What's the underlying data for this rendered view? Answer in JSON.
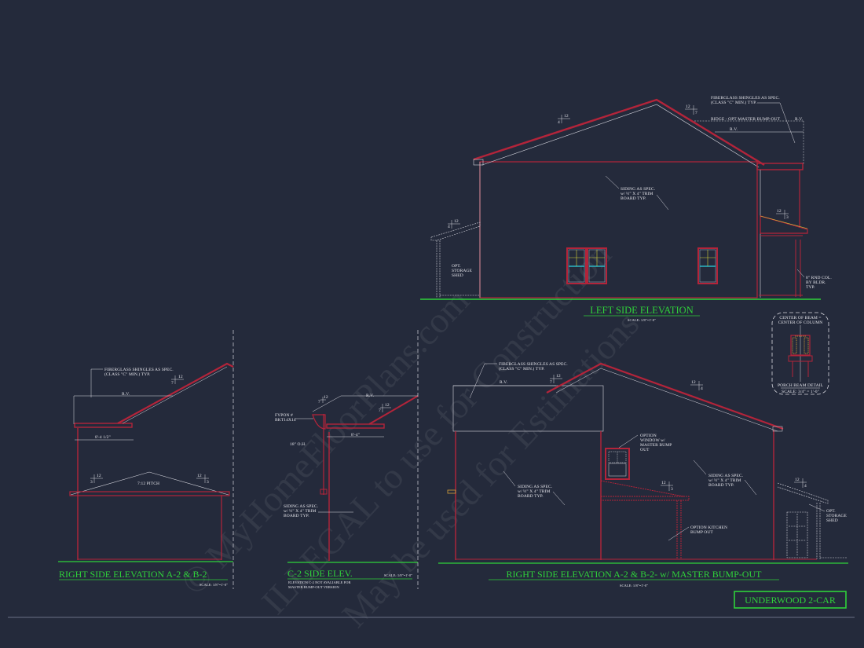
{
  "sheet": {
    "background": "#242a3b",
    "colors": {
      "wall": "#b3243a",
      "line": "#d8d8e0",
      "ground": "#2fd23a",
      "title": "#2fd23a",
      "window_glass": "#2bb6c4",
      "window_mullion": "#d6d43a"
    }
  },
  "watermark": {
    "line1": "© MyHomeFloorPlans.com",
    "line2": "ILLEGAL to use for Construction",
    "line3": "May be used for Estimations"
  },
  "left_side_elevation": {
    "title": "LEFT SIDE ELEVATION",
    "scale": "SCALE: 1/8\"=1'-0\"",
    "notes": {
      "shingles_1": "FIBERGLASS SHINGLES AS SPEC.",
      "shingles_2": "(CLASS \"C\" MIN.) TYP.",
      "ridge": "RIDGE - OPT MASTER BUMP-OUT",
      "rv_1": "R.V.",
      "rv_2": "R.V.",
      "siding_1": "SIDING AS SPEC.",
      "siding_2": "w/ ½\" X 4\" TRIM",
      "siding_3": "BOARD TYP.",
      "shed_1": "OPT.",
      "shed_2": "STORAGE",
      "shed_3": "SHED",
      "col_1": "8\" RND COL.",
      "col_2": "BY BLDR.",
      "col_3": "TYP."
    },
    "pitches": [
      {
        "run": "12",
        "rise": "4"
      },
      {
        "run": "12",
        "rise": "7"
      },
      {
        "run": "12",
        "rise": "4"
      },
      {
        "run": "12",
        "rise": "3"
      }
    ]
  },
  "porch_beam_detail": {
    "note_1": "CENTER OF BEAM =",
    "note_2": "CENTER OF COLUMN",
    "title": "PORCH BEAM DETAIL",
    "scale": "SCALE: 3/4\" = 1'-0\""
  },
  "right_side_elevation": {
    "title": "RIGHT SIDE ELEVATION A-2 & B-2",
    "scale": "SCALE: 1/8\"=1'-0\"",
    "notes": {
      "shingles_1": "FIBERGLASS SHINGLES AS SPEC.",
      "shingles_2": "(CLASS \"C\" MIN.) TYP.",
      "rv": "R.V.",
      "dim": "8'-4 1/2\"",
      "pitch_label": "7:12 PITCH"
    },
    "pitches": [
      {
        "run": "12",
        "rise": "7"
      },
      {
        "run": "12",
        "rise": "3"
      },
      {
        "run": "12",
        "rise": "3"
      }
    ]
  },
  "c2_side_elevation": {
    "title": "C-2 SIDE ELEV.",
    "scale": "SCALE: 1/8\"=1'-0\"",
    "subnote_1": "ELEVATION C-2 NOT AVALIABLE FOR",
    "subnote_2": "MASTER BUMP-OUT VERSION",
    "notes": {
      "rv": "R.V.",
      "fypon_1": "FYPON #",
      "fypon_2": "BKT14X14",
      "oh": "18\" O.H.",
      "dim": "8'-4\"",
      "siding_1": "SIDING AS SPEC.",
      "siding_2": "w/ ½\" X 4\" TRIM",
      "siding_3": "BOARD TYP."
    },
    "pitches": [
      {
        "run": "12",
        "rise": "7"
      },
      {
        "run": "12",
        "rise": "7"
      }
    ]
  },
  "right_side_bumpout_elevation": {
    "title": "RIGHT SIDE ELEVATION A-2 & B-2- w/ MASTER BUMP-OUT",
    "scale": "SCALE: 1/8\"=1'-0\"",
    "notes": {
      "shingles_1": "FIBERGLASS SHINGLES AS SPEC.",
      "shingles_2": "(CLASS \"C\" MIN.) TYP.",
      "rv": "R.V.",
      "window_1": "OPTION",
      "window_2": "WINDOW w/",
      "window_3": "MASTER BUMP",
      "window_4": "OUT",
      "siding_l1": "SIDING AS SPEC.",
      "siding_l2": "w/ ½\" X 4\" TRIM",
      "siding_l3": "BOARD TYP.",
      "siding_r1": "SIDING AS SPEC.",
      "siding_r2": "w/ ½\" X 4\" TRIM",
      "siding_r3": "BOARD TYP.",
      "kitchen_1": "OPTION KITCHEN",
      "kitchen_2": "BUMP OUT",
      "shed_1": "OPT.",
      "shed_2": "STORAGE",
      "shed_3": "SHED"
    },
    "pitches": [
      {
        "run": "12",
        "rise": "7"
      },
      {
        "run": "12",
        "rise": "4"
      },
      {
        "run": "12",
        "rise": "3"
      },
      {
        "run": "12",
        "rise": "4"
      }
    ]
  },
  "title_block": {
    "plan_name": "UNDERWOOD 2-CAR"
  }
}
